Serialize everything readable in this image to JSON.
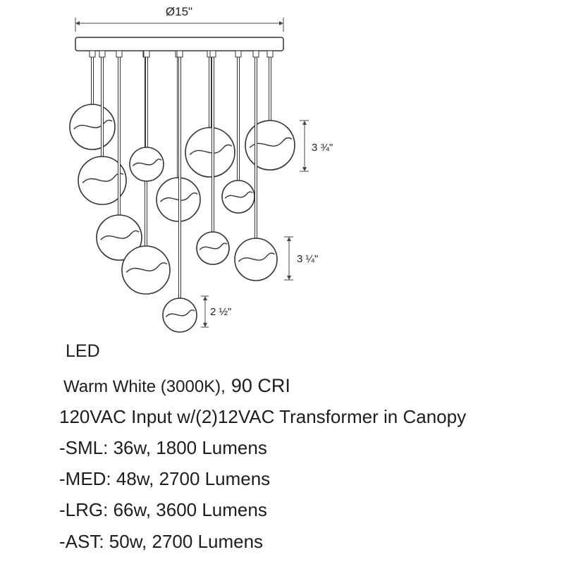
{
  "drawing": {
    "canopy_diameter_label": "Ø15\"",
    "large_dim_label": "3 ¾\"",
    "medium_dim_label": "3 ¼\"",
    "small_dim_label": "2 ½\""
  },
  "specs": {
    "title": "LED",
    "color_temp": "Warm White (3000K),",
    "cri": "90 CRI",
    "input": "120VAC Input w/(2)12VAC Transformer in Canopy",
    "sml": "-SML: 36w, 1800 Lumens",
    "med": "-MED: 48w, 2700 Lumens",
    "lrg": "-LRG: 66w, 3600 Lumens",
    "ast": "-AST: 50w, 2700 Lumens"
  },
  "colors": {
    "line": "#444444",
    "text": "#1d1d1d"
  }
}
